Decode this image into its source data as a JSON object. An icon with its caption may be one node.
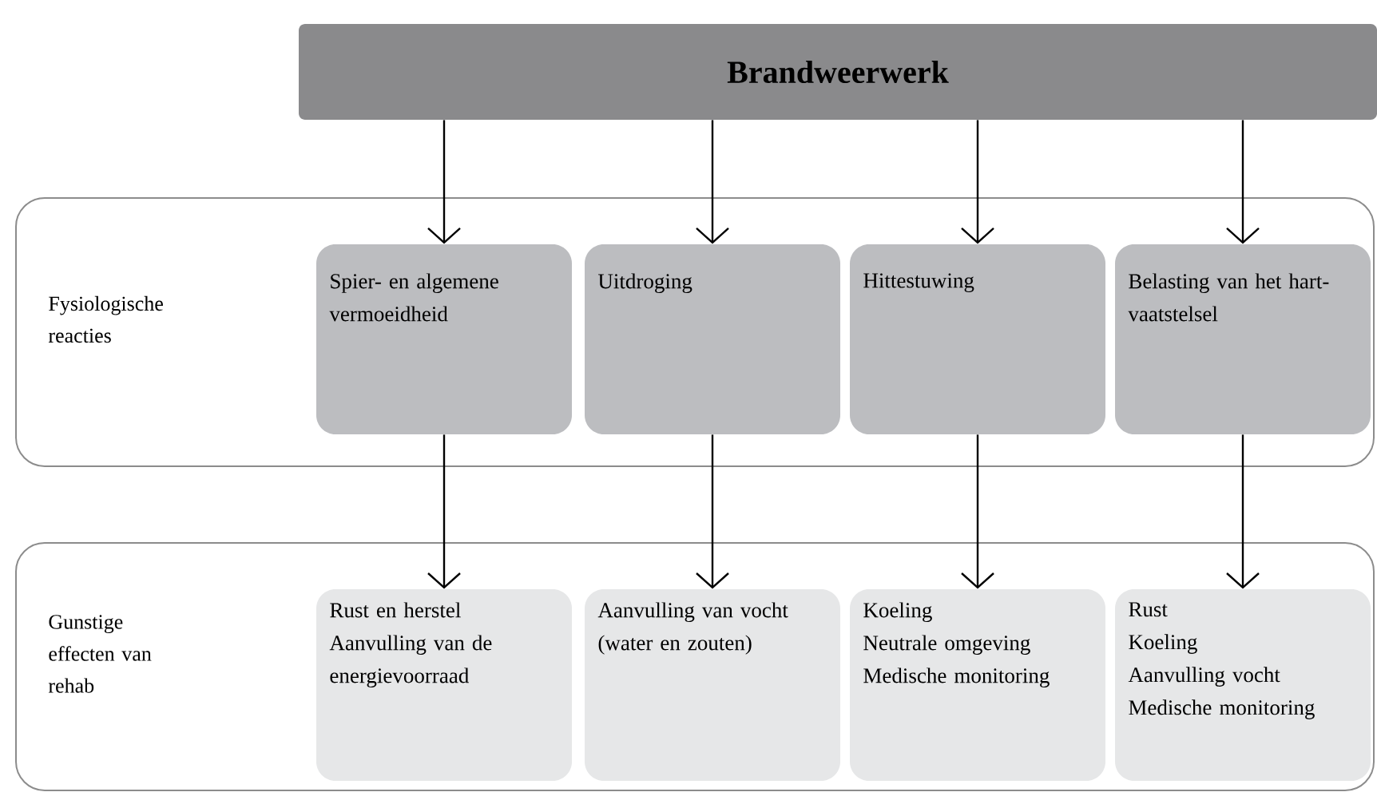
{
  "diagram": {
    "nodes": [
      {
        "text": [
          "Brandweerwerk"
        ]
      },
      {
        "text": [
          "Fysiologische reacties"
        ]
      },
      {
        "text": [
          "Spier- en algemene vermoeidheid"
        ],
        "in": 1
      },
      {
        "text": [
          "Uitdroging"
        ],
        "in": 1
      },
      {
        "text": [
          "Hittestuwing"
        ],
        "in": 1
      },
      {
        "text": [
          "Belasting van het hart-vaatstelsel"
        ],
        "in": 1
      },
      {
        "text": [
          "Gunstige effecten van rehab"
        ]
      },
      {
        "text": [
          "Rust en herstel",
          "Aanvulling van de energievoorraad"
        ],
        "in": 6
      },
      {
        "text": [
          "Aanvulling van vocht (water en zouten)"
        ],
        "in": 6
      },
      {
        "text": [
          "Koeling",
          "Neutrale omgeving",
          "Medische monitoring"
        ],
        "in": 6
      },
      {
        "text": [
          "Rust",
          "Koeling",
          "Aanvulling vocht",
          "Medische monitoring"
        ],
        "in": 6
      }
    ],
    "edges": [
      {
        "from": 0,
        "to": 2,
        "arrow": "to"
      },
      {
        "from": 0,
        "to": 3,
        "arrow": "to"
      },
      {
        "from": 0,
        "to": 4,
        "arrow": "to"
      },
      {
        "from": 0,
        "to": 5,
        "arrow": "to"
      },
      {
        "from": 2,
        "to": 7,
        "arrow": "to"
      },
      {
        "from": 3,
        "to": 8,
        "arrow": "to"
      },
      {
        "from": 4,
        "to": 9,
        "arrow": "to"
      },
      {
        "from": 5,
        "to": 10,
        "arrow": "to"
      }
    ]
  }
}
